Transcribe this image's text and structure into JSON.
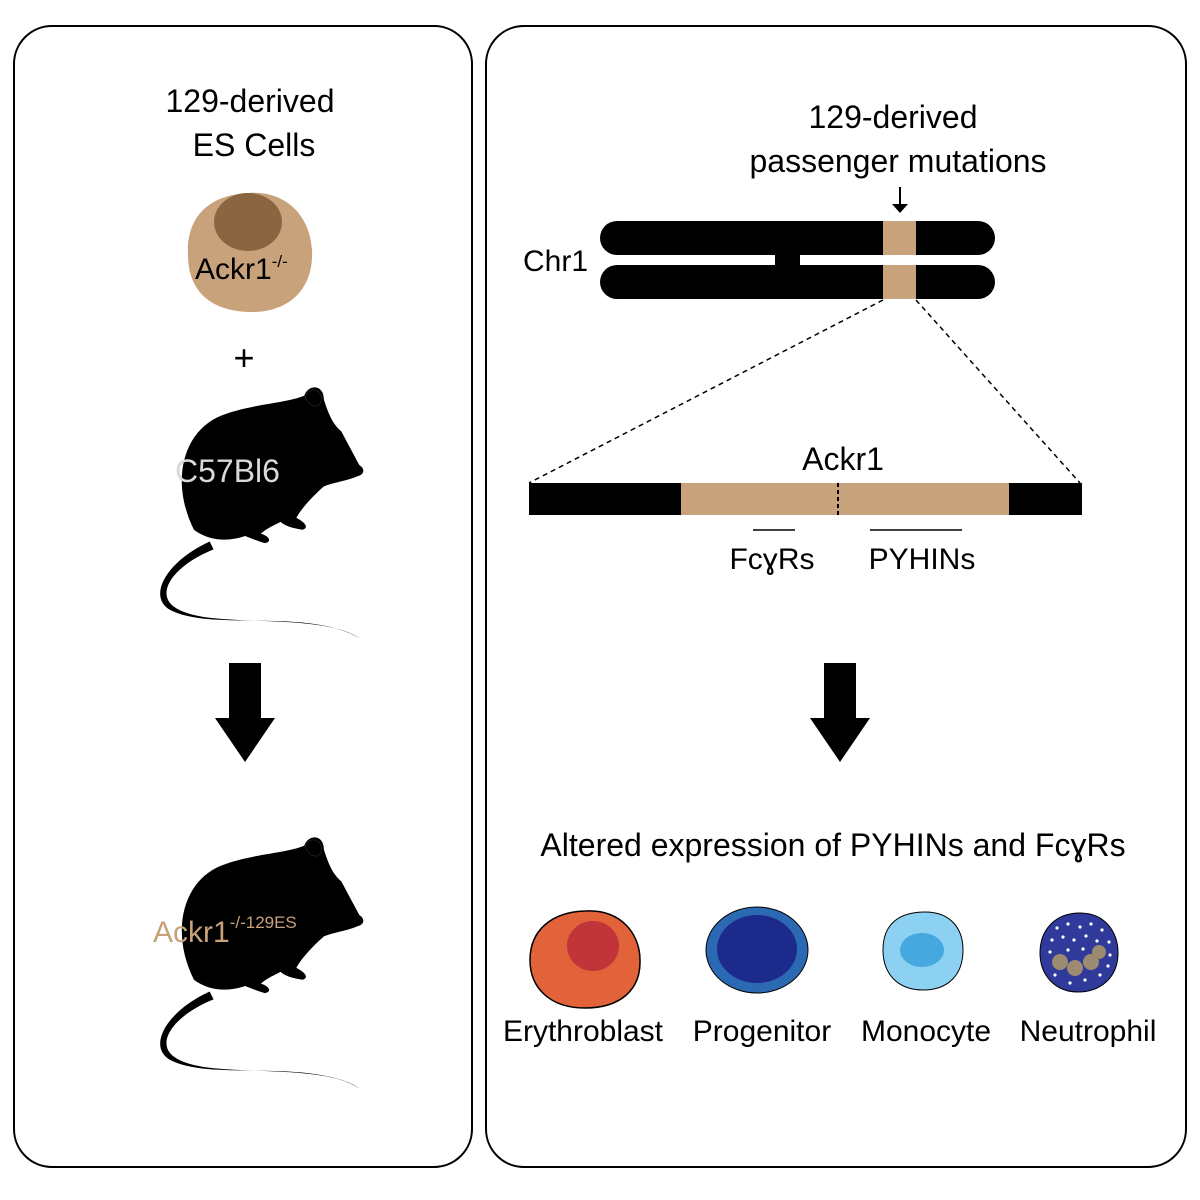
{
  "left_panel": {
    "title_line1": "129-derived",
    "title_line2": "ES Cells",
    "cell_label": "Ackr1",
    "cell_label_sup": "-/-",
    "plus": "+",
    "mouse1_label": "C57Bl6",
    "mouse2_label": "Ackr1",
    "mouse2_label_sup": "-/-129ES"
  },
  "right_panel": {
    "title_line1": "129-derived",
    "title_line2": "passenger mutations",
    "chromosome_label": "Chr1",
    "gene_label": "Ackr1",
    "region_fcgr": "FcɣRs",
    "region_pyhin": "PYHINs",
    "result_text": "Altered expression of PYHINs and FcɣRs",
    "cells": [
      {
        "label": "Erythroblast"
      },
      {
        "label": "Progenitor"
      },
      {
        "label": "Monocyte"
      },
      {
        "label": "Neutrophil"
      }
    ]
  },
  "colors": {
    "tan": "#c8a27a",
    "brown": "#8a6541",
    "black": "#000000",
    "erythroblast_outer": "#e2623a",
    "erythroblast_inner": "#c0343a",
    "progenitor_outer": "#2b69b3",
    "progenitor_inner": "#1c2a8c",
    "monocyte_outer": "#8dd1f2",
    "monocyte_inner": "#45a8de",
    "neutrophil_outer": "#2f3a9b",
    "neutrophil_nucleus": "#9c8b70"
  }
}
